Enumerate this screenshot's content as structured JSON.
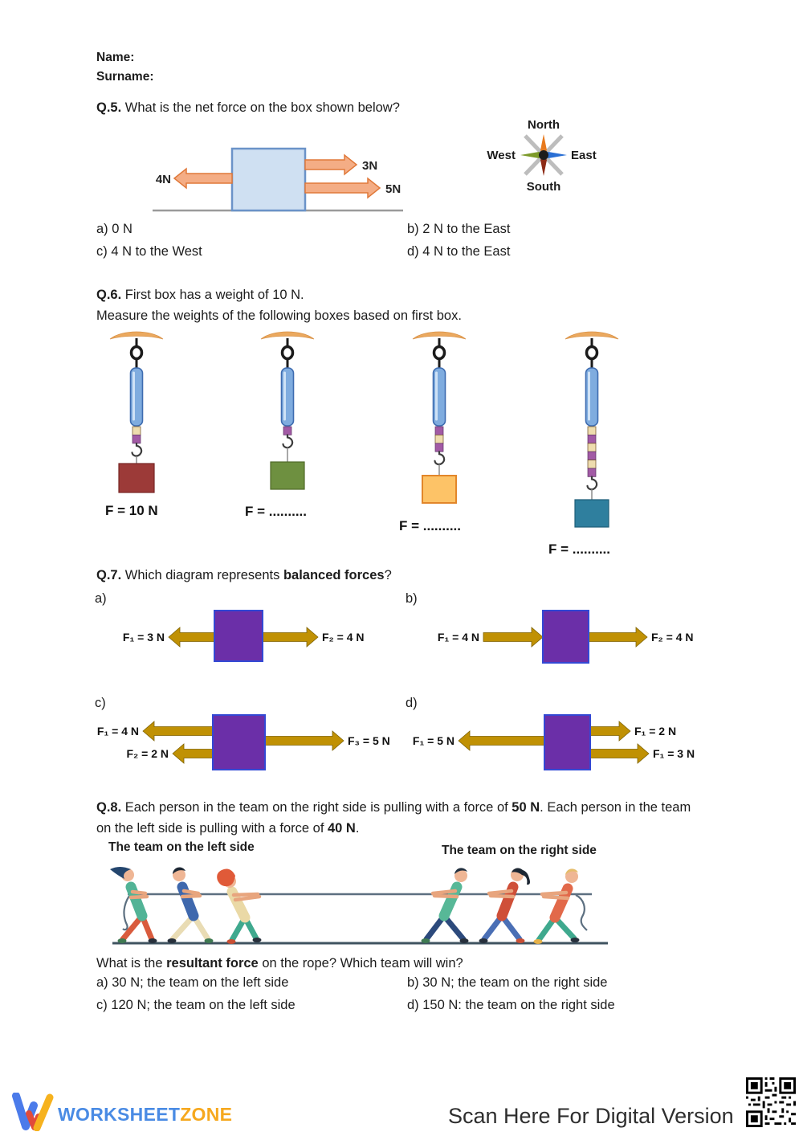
{
  "colors": {
    "salmon_arrow": "#f4ad85",
    "salmon_border": "#e0793a",
    "box_blue": "#cfe0f2",
    "gold_arrow": "#c09104",
    "purple_box": "#6b2fa8",
    "brand_blue": "#4a8be4",
    "brand_orange": "#f6a81e",
    "weight_red": "#9c3a38",
    "weight_green": "#6e9040",
    "weight_orange": "#fdc367",
    "weight_teal": "#2f7f9e"
  },
  "header": {
    "name": "Name:",
    "surname": "Surname:"
  },
  "q5": {
    "prefix": "Q.5.",
    "question": " What is the net force on the box shown below?",
    "forces": {
      "left": "4N",
      "top_right": "3N",
      "bottom_right": "5N"
    },
    "compass": {
      "north": "North",
      "south": "South",
      "east": "East",
      "west": "West"
    },
    "options": {
      "a": "a) 0 N",
      "b": "b) 2 N to the East",
      "c": "c) 4 N to the West",
      "d": "d) 4 N to the East"
    }
  },
  "q6": {
    "prefix": "Q.6.",
    "line1": " First box has a weight of 10 N.",
    "line2": "Measure the weights of the following boxes based on first box.",
    "labels": {
      "s1": "F = 10 N",
      "s2": "F = ..........",
      "s3": "F = ..........",
      "s4": "F = .........."
    }
  },
  "q7": {
    "prefix": "Q.7.",
    "question_mid": " Which diagram represents ",
    "question_bold": "balanced forces",
    "question_end": "?",
    "marker_a": "a)",
    "marker_b": "b)",
    "marker_c": "c)",
    "marker_d": "d)",
    "a": {
      "f1": "F₁ = 3 N",
      "f2": "F₂ = 4 N"
    },
    "b": {
      "f1": "F₁ = 4 N",
      "f2": "F₂ = 4 N"
    },
    "c": {
      "f1": "F₁ = 4 N",
      "f2": "F₂ = 2 N",
      "f3": "F₃ = 5 N"
    },
    "d": {
      "left": "F₁ = 5 N",
      "right_top": "F₁ = 2 N",
      "right_bottom": "F₁ = 3 N"
    }
  },
  "q8": {
    "prefix": "Q.8.",
    "l1a": " Each person in the team on the right side is pulling with a force of ",
    "l1b": "50 N",
    "l1c": ". Each person in the team on the left side is pulling with a force of ",
    "l1d": "40 N",
    "l1e": ".",
    "team_left": "The team on the left side",
    "team_right": "The team on the right side",
    "q2a": "What is the ",
    "q2b": "resultant force",
    "q2c": " on the rope? Which team will win?",
    "options": {
      "a": "a) 30 N; the team on the left side",
      "b": "b) 30 N; the team on the right side",
      "c": "c) 120 N; the team on the left side",
      "d": "d) 150 N: the team on the right side"
    }
  },
  "footer": {
    "brand1": "WORKSHEET",
    "brand2": "ZONE",
    "scan": "Scan Here For Digital Version"
  }
}
